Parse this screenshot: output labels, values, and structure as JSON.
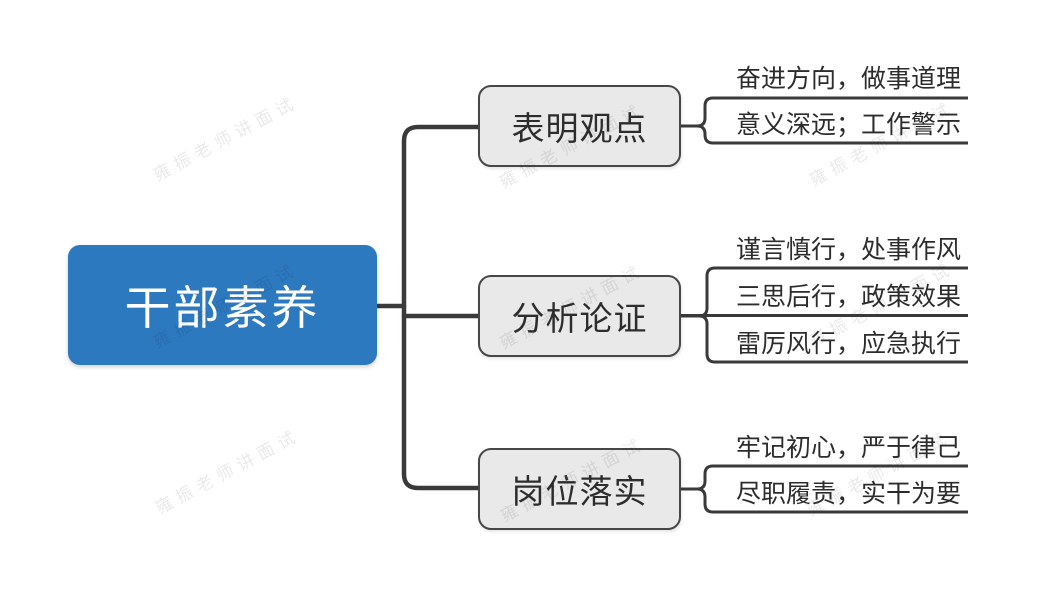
{
  "root": {
    "label": "干部素养"
  },
  "branches": [
    {
      "label": "表明观点",
      "leaves": [
        {
          "text": "奋进方向，做事道理"
        },
        {
          "text": "意义深远；工作警示"
        }
      ]
    },
    {
      "label": "分析论证",
      "leaves": [
        {
          "text": "谨言慎行，处事作风"
        },
        {
          "text": "三思后行，政策效果"
        },
        {
          "text": "雷厉风行，应急执行"
        }
      ]
    },
    {
      "label": "岗位落实",
      "leaves": [
        {
          "text": "牢记初心，严于律己"
        },
        {
          "text": "尽职履责，实干为要"
        }
      ]
    }
  ],
  "watermark": {
    "text": "雍振老师讲面试"
  },
  "colors": {
    "root_fill": "#2c79c0",
    "root_text": "#ffffff",
    "branch_fill": "#e9e9e9",
    "branch_border": "#474747",
    "line": "#3a3a3a",
    "text": "#2c2c2c",
    "watermark": "#e8e8e8"
  }
}
